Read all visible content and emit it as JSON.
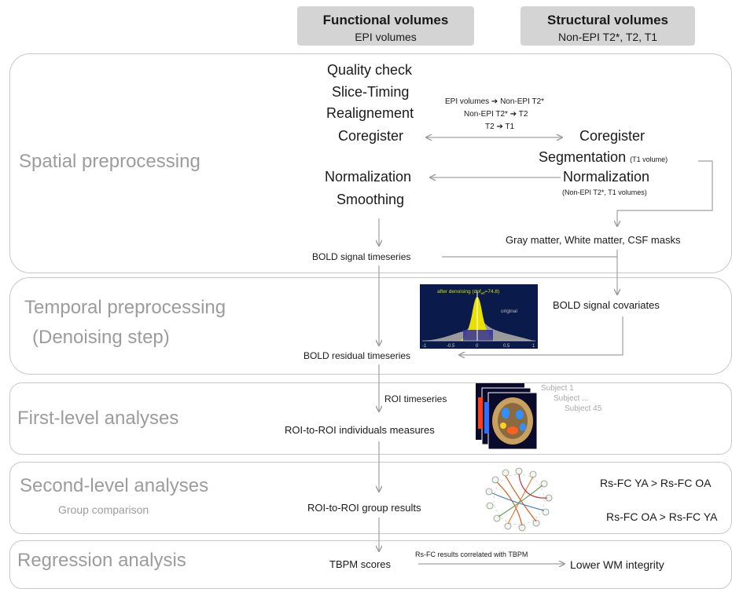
{
  "headers": {
    "functional": {
      "title": "Functional volumes",
      "subtitle": "EPI volumes"
    },
    "structural": {
      "title": "Structural volumes",
      "subtitle": "Non-EPI T2*, T2, T1"
    }
  },
  "stages": {
    "spatial": "Spatial preprocessing",
    "temporal_1": "Temporal preprocessing",
    "temporal_2": "(Denoising step)",
    "first_level": "First-level analyses",
    "second_level": "Second-level analyses",
    "second_level_sub": "Group comparison",
    "regression": "Regression analysis"
  },
  "functional_steps": [
    "Quality check",
    "Slice-Timing",
    "Realignement",
    "Coregister",
    "Normalization",
    "Smoothing"
  ],
  "coreg_notes": [
    "EPI volumes ➔ Non-EPI T2*",
    "Non-EPI T2* ➔ T2",
    "T2 ➔ T1"
  ],
  "structural_steps": {
    "coregister": "Coregister",
    "segmentation": "Segmentation",
    "segmentation_note": "(T1 volume)",
    "normalization": "Normalization",
    "normalization_note": "(Non-EPI T2*, T1 volumes)"
  },
  "masks": "Gray matter, White matter, CSF masks",
  "bold_timeseries": "BOLD signal timeseries",
  "bold_covariates": "BOLD signal covariates",
  "bold_residual": "BOLD residual timeseries",
  "denoising_plot": {
    "label": "after denoising (dof",
    "label_sub": "eff",
    "label_tail": "=74.8)",
    "original": "original",
    "ticks": [
      "-1",
      "-0.5",
      "0",
      "0.5",
      "1"
    ]
  },
  "roi_timeseries": "ROI timeseries",
  "roi_individual": "ROI-to-ROI individuals measures",
  "subjects": [
    "Subject 1",
    "Subject ...",
    "Subject 45"
  ],
  "roi_group": "ROI-to-ROI group results",
  "contrasts": [
    "Rs-FC YA > Rs-FC OA",
    "Rs-FC OA > Rs-FC YA"
  ],
  "tbpm": "TBPM scores",
  "correlation_note": "Rs-FC results correlated with TBPM",
  "wm_integrity": "Lower WM integrity"
}
